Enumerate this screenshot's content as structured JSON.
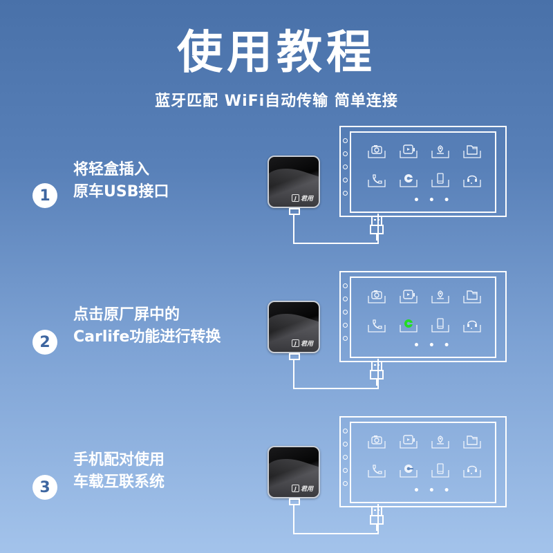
{
  "header": {
    "title": "使用教程",
    "subtitle": "蓝牙匹配 WiFi自动传输 简单连接"
  },
  "colors": {
    "bg_top": "#4971a9",
    "bg_bottom": "#a3c3eb",
    "number_text": "#3e66a0",
    "highlight_green": "#22dd22",
    "line_white": "#ffffff"
  },
  "device": {
    "brand": "君用",
    "brand_mark": "J"
  },
  "screen": {
    "apps": [
      "camera-icon",
      "video-icon",
      "location-icon",
      "folder-icon",
      "phone-icon",
      "carlife-icon",
      "mobile-icon",
      "headset-icon"
    ],
    "more": "• • •"
  },
  "steps": [
    {
      "number": "1",
      "line1": "将轻盒插入",
      "line2": "原车USB接口",
      "highlight": null
    },
    {
      "number": "2",
      "line1": "点击原厂屏中的",
      "line2": "Carlife功能进行转换",
      "highlight": "carlife-icon"
    },
    {
      "number": "3",
      "line1": "手机配对使用",
      "line2": "车载互联系统",
      "highlight": null
    }
  ]
}
